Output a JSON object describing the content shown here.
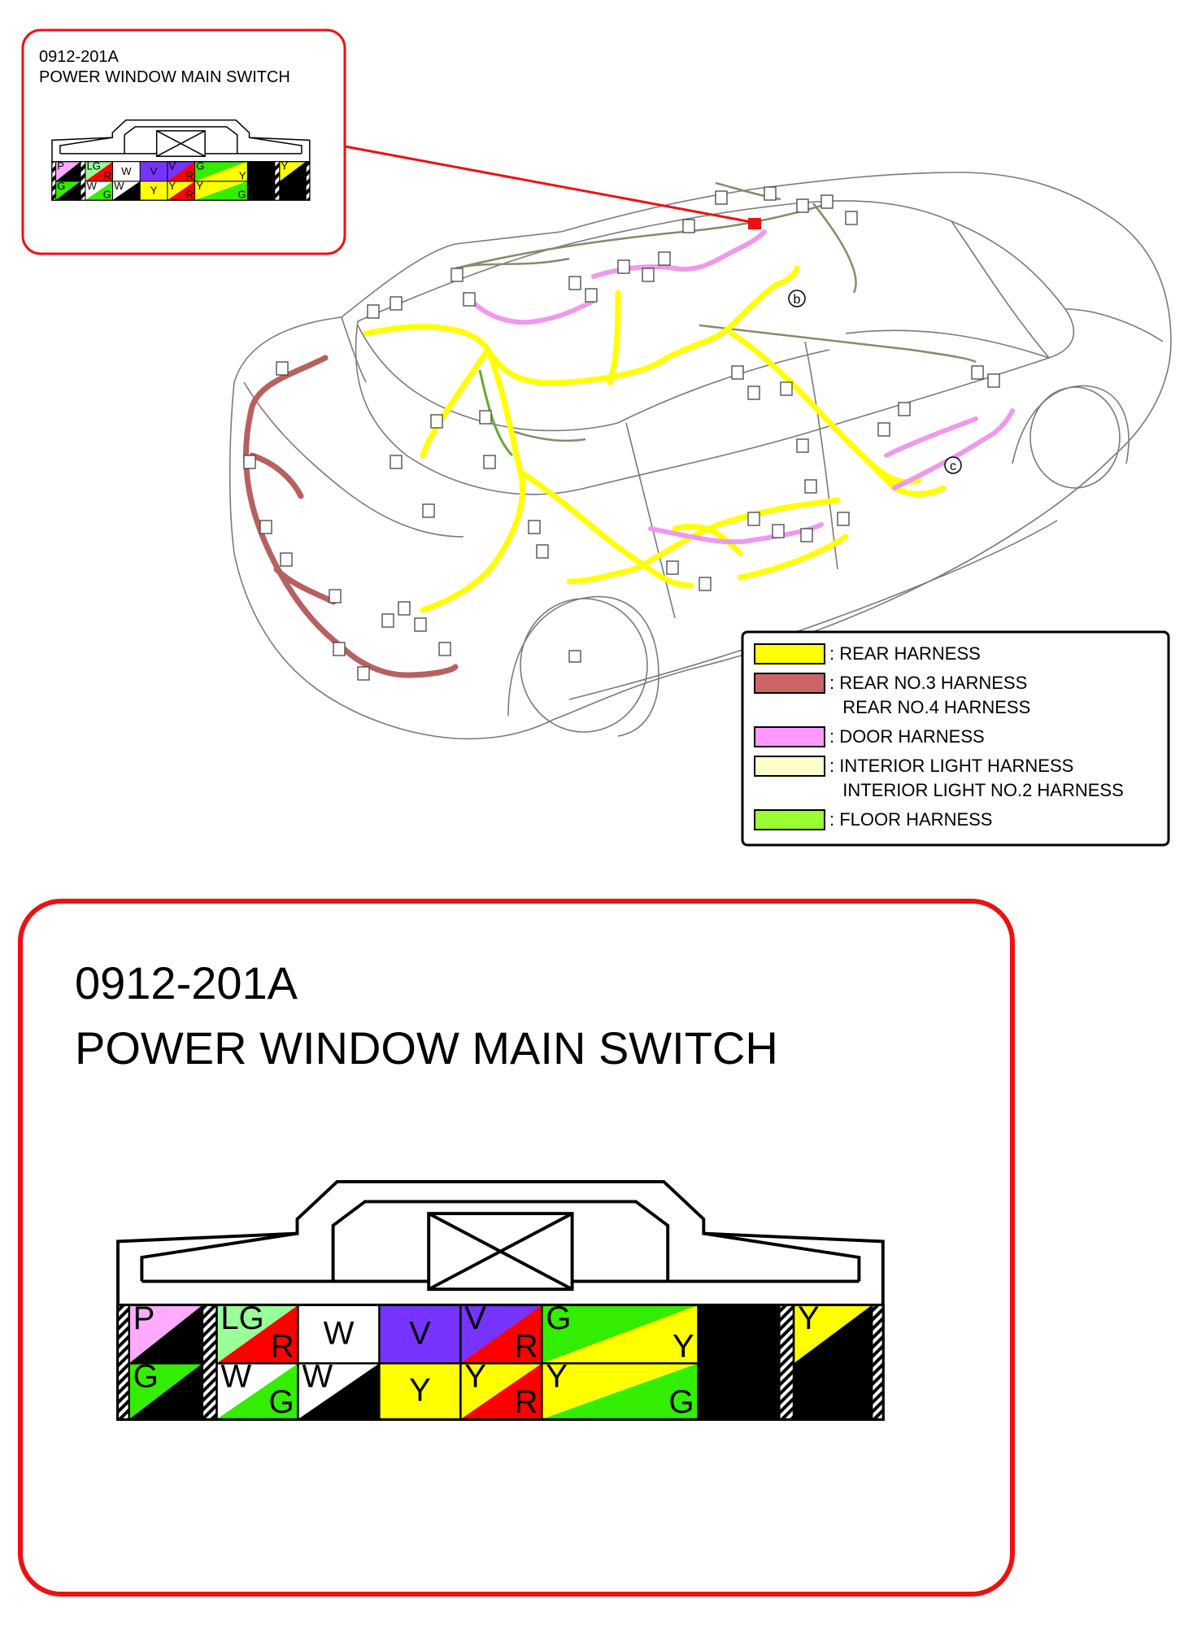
{
  "connector": {
    "code": "0912-201A",
    "name": "POWER WINDOW MAIN SWITCH"
  },
  "markers": {
    "b": "b",
    "c": "c"
  },
  "legend": [
    {
      "color": "#ffff00",
      "lines": [
        ": REAR HARNESS"
      ]
    },
    {
      "color": "#cc6666",
      "lines": [
        ": REAR NO.3 HARNESS",
        "REAR NO.4 HARNESS"
      ]
    },
    {
      "color": "#ff99ff",
      "lines": [
        ": DOOR HARNESS"
      ]
    },
    {
      "color": "#ffffcc",
      "lines": [
        ": INTERIOR LIGHT HARNESS",
        "INTERIOR LIGHT NO.2 HARNESS"
      ]
    },
    {
      "color": "#99ff33",
      "lines": [
        ": FLOOR HARNESS"
      ]
    }
  ],
  "colors": {
    "P": "#ffaaff",
    "B": "#000000",
    "LG": "#99ff99",
    "R": "#ff0000",
    "W": "#ffffff",
    "V": "#7733ff",
    "G": "#33ee00",
    "Y": "#ffff00",
    "accent": "#ee1111",
    "harness_yellow": "#ffff00",
    "harness_red": "#b86060",
    "harness_pink": "#ee99ee",
    "harness_green": "#88cc44"
  },
  "pins": {
    "top": [
      {
        "a": "P",
        "b": "B"
      },
      {
        "a": "LG",
        "b": "R"
      },
      {
        "a": "W",
        "b": ""
      },
      {
        "a": "V",
        "b": ""
      },
      {
        "a": "V",
        "b": "R"
      },
      {
        "a": "G",
        "b": "Y"
      }
    ],
    "bottom": [
      {
        "a": "G",
        "b": "B"
      },
      {
        "a": "W",
        "b": "G"
      },
      {
        "a": "W",
        "b": "B"
      },
      {
        "a": "Y",
        "b": ""
      },
      {
        "a": "Y",
        "b": "R"
      },
      {
        "a": "Y",
        "b": "G"
      }
    ],
    "right": [
      {
        "a": "Y",
        "b": "B"
      },
      {
        "a": "B",
        "b": ""
      }
    ]
  }
}
